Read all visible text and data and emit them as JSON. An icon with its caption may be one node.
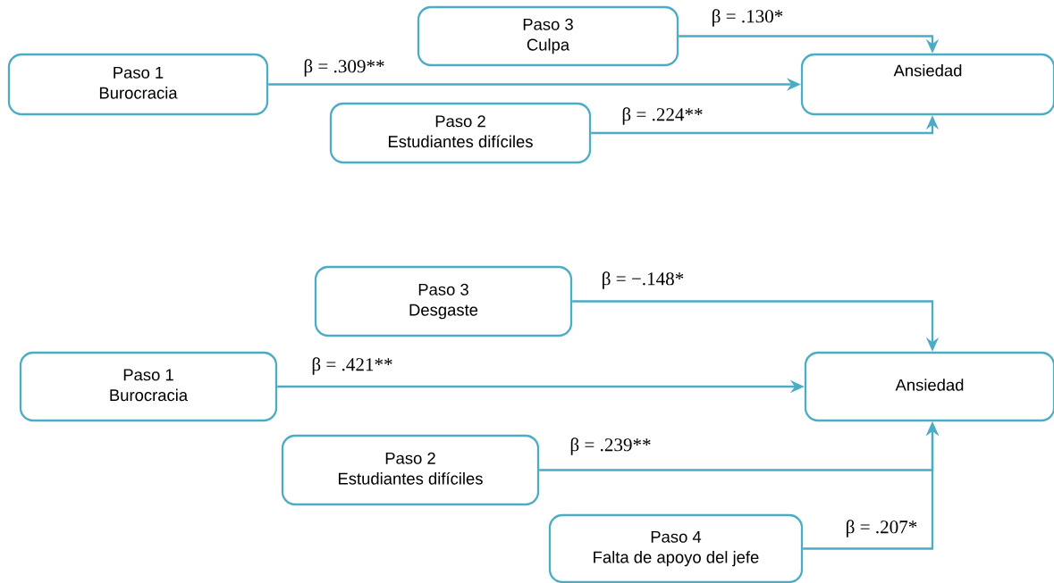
{
  "diagram": {
    "nodes": [
      {
        "text": [
          "Paso 3",
          "Culpa"
        ]
      },
      {
        "text": [
          "Paso 1",
          "Burocracia"
        ]
      },
      {
        "text": [
          "Ansiedad"
        ]
      },
      {
        "text": [
          "Paso 2",
          "Estudiantes difíciles"
        ]
      },
      {
        "text": [
          "Paso 3",
          "Desgaste"
        ]
      },
      {
        "text": [
          "Paso 1",
          "Burocracia"
        ]
      },
      {
        "text": [
          "Ansiedad"
        ]
      },
      {
        "text": [
          "Paso 2",
          "Estudiantes  difíciles"
        ]
      },
      {
        "text": [
          "Paso 4",
          "Falta de apoyo del jefe"
        ]
      }
    ],
    "edges": [
      {
        "from": 0,
        "to": 2,
        "arrow": "to",
        "label": "β = .130*"
      },
      {
        "from": 1,
        "to": 2,
        "arrow": "to",
        "label": "β = .309**"
      },
      {
        "from": 3,
        "to": 2,
        "arrow": "to",
        "label": "β = .224**"
      },
      {
        "from": 4,
        "to": 6,
        "arrow": "to",
        "label": "β = −.148*"
      },
      {
        "from": 5,
        "to": 6,
        "arrow": "to",
        "label": "β = .421**"
      },
      {
        "from": 7,
        "to": 6,
        "arrow": "to",
        "label": "β = .239**"
      },
      {
        "from": 8,
        "to": 6,
        "arrow": "to",
        "label": "β = .207*"
      }
    ]
  }
}
